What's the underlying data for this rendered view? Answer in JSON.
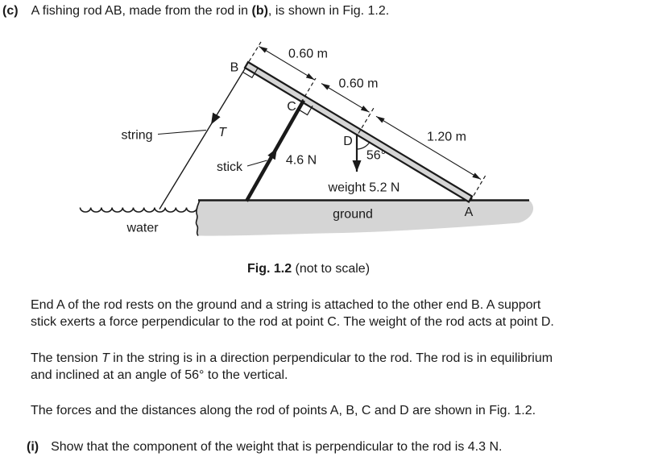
{
  "colors": {
    "ink": "#1a1a1a",
    "gray_fill": "#d5d5d5"
  },
  "question": {
    "part_label": "(c)",
    "intro_pre": "A fishing rod AB, made from the rod in ",
    "intro_bold": "(b)",
    "intro_post": ", is shown in Fig. 1.2."
  },
  "figure": {
    "caption_bold": "Fig. 1.2",
    "caption_rest": " (not to scale)",
    "points": {
      "a": "A",
      "b": "B",
      "c": "C",
      "d": "D"
    },
    "labels": {
      "string": "string",
      "tension": "T",
      "stick": "stick",
      "water": "water",
      "ground": "ground",
      "stick_force": "4.6 N",
      "weight": "weight 5.2 N",
      "angle": "56°",
      "dim_bc": "0.60 m",
      "dim_cd": "0.60 m",
      "dim_da": "1.20 m"
    }
  },
  "paragraphs": {
    "p1_line1": "End A of the rod rests on the ground and a string is attached to the other end B. A support",
    "p1_line2": "stick exerts a force perpendicular to the rod at point C. The weight of the rod acts at point D.",
    "p2_pre": "The tension ",
    "p2_italic": "T",
    "p2_mid": " in the string is in a direction perpendicular to the rod. The rod is in equilibrium",
    "p2_line2": "and inclined at an angle of 56° to the vertical.",
    "p3": "The forces and the distances along the rod of points A, B, C and D are shown in Fig. 1.2."
  },
  "item_i": {
    "label": "(i)",
    "text": "Show that the component of the weight that is perpendicular to the rod is 4.3 N."
  }
}
